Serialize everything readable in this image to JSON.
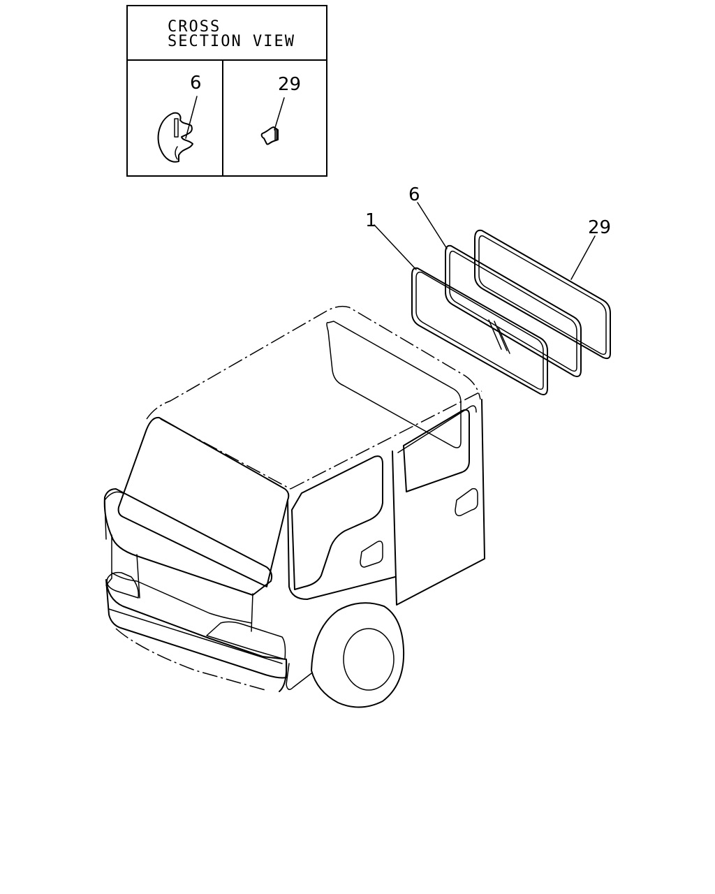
{
  "cross_section": {
    "title_line1": "CROSS",
    "title_line2": "SECTION VIEW",
    "left_label": "6",
    "right_label": "29"
  },
  "callouts": {
    "glass": "1",
    "weatherstrip": "6",
    "molding": "29"
  }
}
